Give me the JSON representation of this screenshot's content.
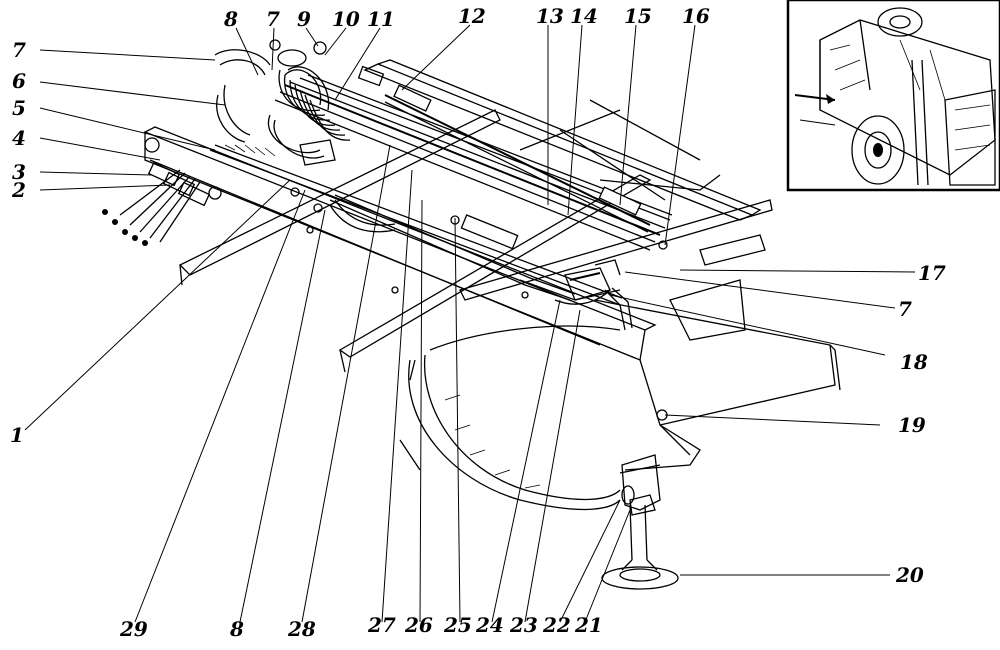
{
  "labels": [
    {
      "id": "1",
      "text": "1"
    },
    {
      "id": "2",
      "text": "2"
    },
    {
      "id": "3",
      "text": "3"
    },
    {
      "id": "4",
      "text": "4"
    },
    {
      "id": "5",
      "text": "5"
    },
    {
      "id": "6",
      "text": "6"
    },
    {
      "id": "7a",
      "text": "7"
    },
    {
      "id": "7b",
      "text": "7"
    },
    {
      "id": "7c",
      "text": "7"
    },
    {
      "id": "8a",
      "text": "8"
    },
    {
      "id": "8b",
      "text": "8"
    },
    {
      "id": "9",
      "text": "9"
    },
    {
      "id": "10",
      "text": "10"
    },
    {
      "id": "11",
      "text": "11"
    },
    {
      "id": "12",
      "text": "12"
    },
    {
      "id": "13",
      "text": "13"
    },
    {
      "id": "14",
      "text": "14"
    },
    {
      "id": "15",
      "text": "15"
    },
    {
      "id": "16",
      "text": "16"
    },
    {
      "id": "17",
      "text": "17"
    },
    {
      "id": "18",
      "text": "18"
    },
    {
      "id": "19",
      "text": "19"
    },
    {
      "id": "20",
      "text": "20"
    },
    {
      "id": "21",
      "text": "21"
    },
    {
      "id": "22",
      "text": "22"
    },
    {
      "id": "23",
      "text": "23"
    },
    {
      "id": "24",
      "text": "24"
    },
    {
      "id": "25",
      "text": "25"
    },
    {
      "id": "26",
      "text": "26"
    },
    {
      "id": "27",
      "text": "27"
    },
    {
      "id": "28",
      "text": "28"
    },
    {
      "id": "29",
      "text": "29"
    }
  ]
}
